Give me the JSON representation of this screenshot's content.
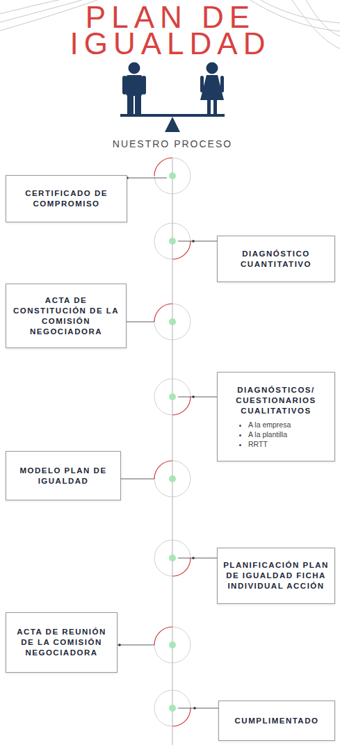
{
  "diagram": {
    "title": "PLAN DE IGUALDAD",
    "nodes": [
      {
        "text": [
          "CERTIFICADO DE COMPROMISO"
        ]
      },
      {
        "text": [
          "DIAGNÓSTICO CUANTITATIVO"
        ]
      },
      {
        "text": [
          "ACTA DE CONSTITUCIÓN DE LA COMISIÓN NEGOCIADORA"
        ]
      },
      {
        "text": [
          "DIAGNÓSTICOS/ CUESTIONARIOS CUALITATIVOS",
          "A la empresa",
          "A la plantilla",
          "RRTT"
        ]
      },
      {
        "text": [
          "MODELO PLAN DE IGUALDAD"
        ]
      },
      {
        "text": [
          "PLANIFICACIÓN PLAN DE IGUALDAD FICHA INDIVIDUAL ACCIÓN"
        ]
      },
      {
        "text": [
          "ACTA DE REUNIÓN DE LA COMISIÓN NEGOCIADORA"
        ]
      },
      {
        "text": [
          "CUMPLIMENTADO"
        ]
      }
    ],
    "labels": [
      "NUESTRO PROCESO"
    ]
  }
}
